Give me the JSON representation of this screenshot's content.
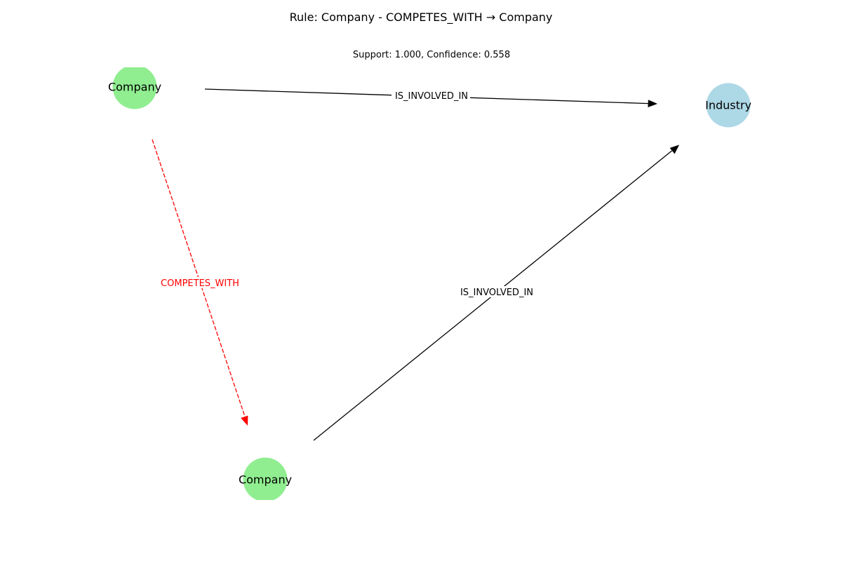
{
  "title": "Rule: Company - COMPETES_WITH → Company",
  "subtitle": "Support: 1.000, Confidence: 0.558",
  "nodes": [
    {
      "id": "company_a",
      "label": "Company",
      "color": "#90ee90"
    },
    {
      "id": "industry",
      "label": "Industry",
      "color": "#add8e6"
    },
    {
      "id": "company_b",
      "label": "Company",
      "color": "#90ee90"
    }
  ],
  "edges": [
    {
      "id": "a_to_industry",
      "from": "company_a",
      "to": "industry",
      "label": "IS_INVOLVED_IN",
      "color": "#000000",
      "dashed": false
    },
    {
      "id": "b_to_industry",
      "from": "company_b",
      "to": "industry",
      "label": "IS_INVOLVED_IN",
      "color": "#000000",
      "dashed": false
    },
    {
      "id": "a_to_b",
      "from": "company_a",
      "to": "company_b",
      "label": "COMPETES_WITH",
      "color": "#ff0000",
      "dashed": true
    }
  ]
}
